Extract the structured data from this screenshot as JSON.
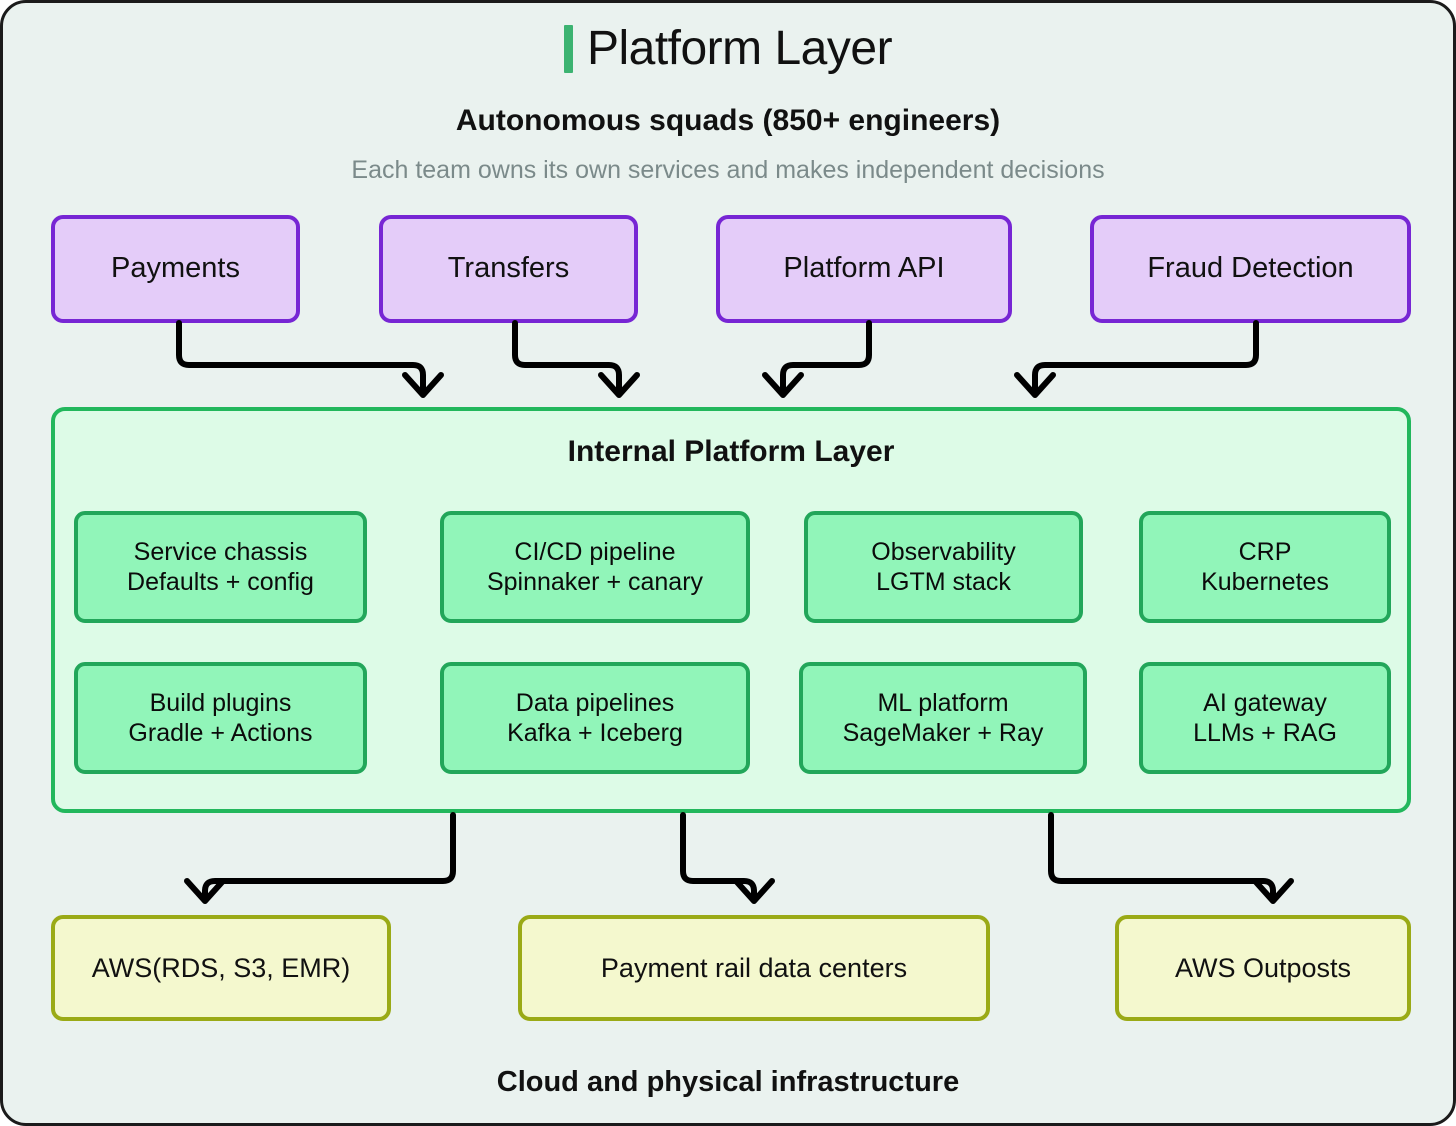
{
  "header": {
    "title": "Platform Layer",
    "accent_color": "#3cb371",
    "subtitle": "Autonomous squads (850+ engineers)",
    "caption": "Each team owns its own services and makes independent decisions"
  },
  "squads": {
    "nodes": [
      {
        "label": "Payments"
      },
      {
        "label": "Transfers"
      },
      {
        "label": "Platform API"
      },
      {
        "label": "Fraud Detection"
      }
    ],
    "fill": "#e4ccf9",
    "stroke": "#7726d4"
  },
  "platform": {
    "title": "Internal Platform Layer",
    "fill": "#ddfbe7",
    "stroke": "#22b75c",
    "capability_fill": "#91f5b9",
    "capability_stroke": "#22a65a",
    "capabilities": [
      {
        "line1": "Service chassis",
        "line2": "Defaults + config"
      },
      {
        "line1": "CI/CD pipeline",
        "line2": "Spinnaker + canary"
      },
      {
        "line1": "Observability",
        "line2": "LGTM stack"
      },
      {
        "line1": "CRP",
        "line2": "Kubernetes"
      },
      {
        "line1": "Build plugins",
        "line2": "Gradle + Actions"
      },
      {
        "line1": "Data pipelines",
        "line2": "Kafka + Iceberg"
      },
      {
        "line1": "ML platform",
        "line2": "SageMaker + Ray"
      },
      {
        "line1": "AI gateway",
        "line2": "LLMs + RAG"
      }
    ]
  },
  "infrastructure": {
    "nodes": [
      {
        "label": "AWS(RDS, S3, EMR)"
      },
      {
        "label": "Payment rail data centers"
      },
      {
        "label": "AWS Outposts"
      }
    ],
    "fill": "#f4f8ce",
    "stroke": "#9aaa16",
    "footer": "Cloud and physical infrastructure"
  },
  "connectors": {
    "color": "#000000",
    "count": 7
  }
}
